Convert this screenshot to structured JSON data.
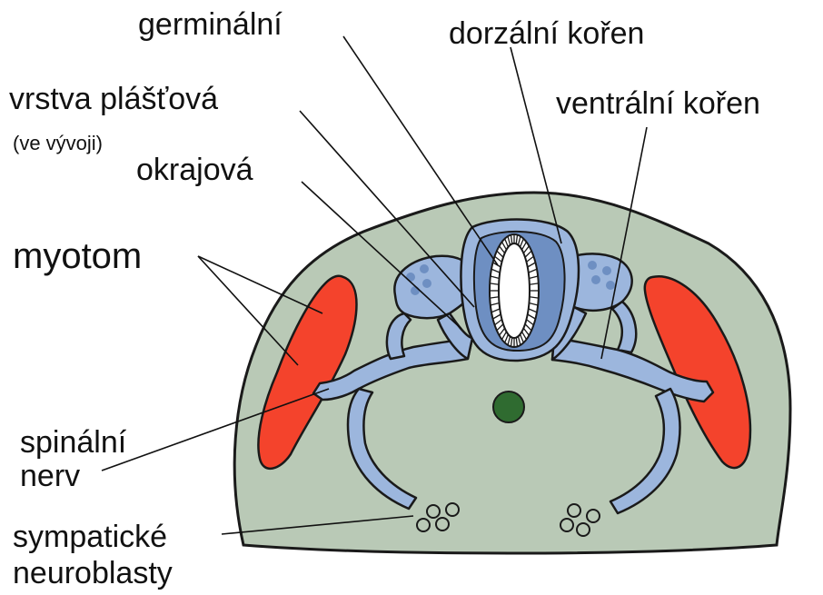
{
  "labels": {
    "germinal": "germinální",
    "dorsal_root": "dorzální kořen",
    "mantle_layer": "vrstva plášťová",
    "mantle_layer_note": "(ve vývoji)",
    "ventral_root": "ventrální kořen",
    "marginal": "okrajová",
    "myotome": "myotom",
    "spinal_nerve_line1": "spinální",
    "spinal_nerve_line2": "nerv",
    "sympathetic_line1": "sympatické",
    "sympathetic_line2": "neuroblasty"
  },
  "colors": {
    "body_tissue": "#b9c9b6",
    "neural": "#9cb6dd",
    "neural_dark": "#6e8fc2",
    "myotome": "#f4432c",
    "notochord": "#2f6b30",
    "outline": "#1a1a1a"
  }
}
